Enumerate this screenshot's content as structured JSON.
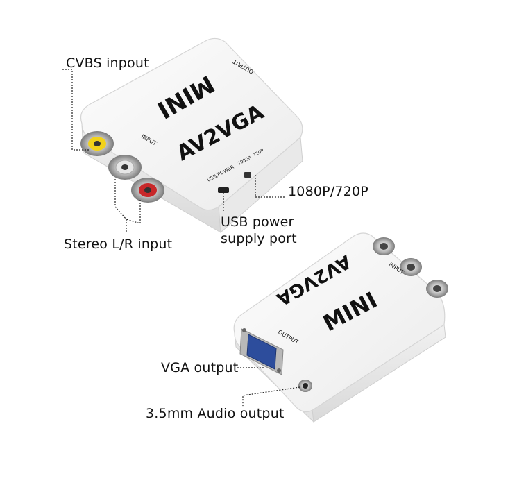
{
  "labels": {
    "cvbs": "CVBS inpout",
    "stereo": "Stereo L/R input",
    "resolution": "1080P/720P",
    "usb_line1": "USB power",
    "usb_line2": "supply port",
    "vga": "VGA output",
    "audio": "3.5mm Audio output"
  },
  "device_top": {
    "brand": "MINI",
    "model": "AV2VGA",
    "input": "INPUT",
    "output": "OUTPUT",
    "usb": "USB/POWER",
    "opt_1080": "1080P",
    "opt_720": "720P"
  },
  "device_bottom": {
    "brand": "MINI",
    "model": "AV2VGA",
    "input": "INPUT",
    "output": "OUTPUT"
  },
  "colors": {
    "body": "#f7f7f7",
    "rca_yellow": "#f2d21a",
    "rca_white": "#e6e6e6",
    "rca_red": "#c8282a",
    "vga_blue": "#2d4d9c"
  }
}
